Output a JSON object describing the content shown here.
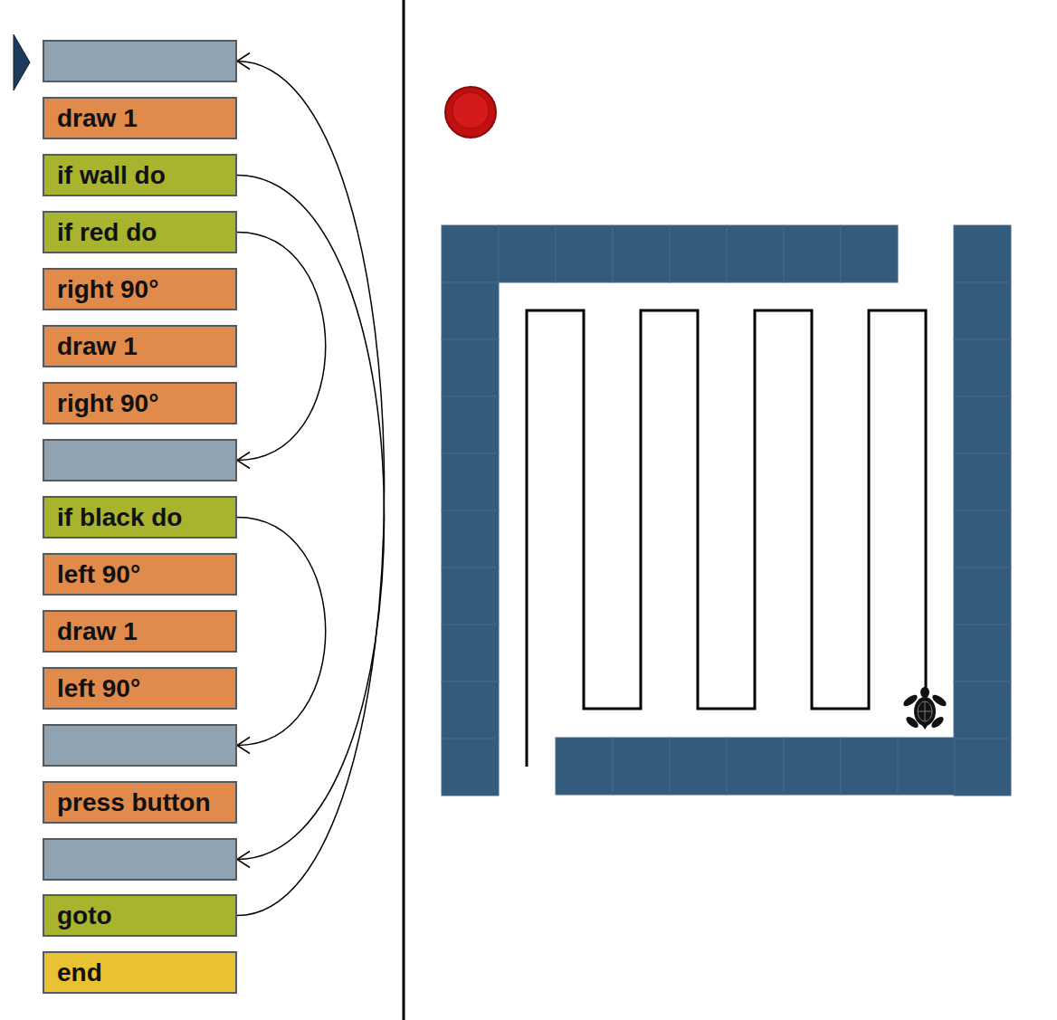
{
  "diagram": {
    "nodes": [
      {
        "text": []
      },
      {
        "text": [
          "draw 1"
        ]
      },
      {
        "text": [
          "if wall do"
        ]
      },
      {
        "text": [
          "if red do"
        ]
      },
      {
        "text": [
          "right 90°"
        ]
      },
      {
        "text": [
          "draw 1"
        ]
      },
      {
        "text": [
          "right 90°"
        ]
      },
      {
        "text": []
      },
      {
        "text": [
          "if black do"
        ]
      },
      {
        "text": [
          "left 90°"
        ]
      },
      {
        "text": [
          "draw 1"
        ]
      },
      {
        "text": [
          "left 90°"
        ]
      },
      {
        "text": []
      },
      {
        "text": [
          "press button"
        ]
      },
      {
        "text": []
      },
      {
        "text": [
          "goto"
        ]
      },
      {
        "text": [
          "end"
        ]
      }
    ],
    "edges": [
      {
        "from": 2,
        "to": 14,
        "arrow": "to"
      },
      {
        "from": 3,
        "to": 7,
        "arrow": "to"
      },
      {
        "from": 8,
        "to": 12,
        "arrow": "to"
      },
      {
        "from": 15,
        "to": 0,
        "arrow": "to"
      }
    ]
  }
}
